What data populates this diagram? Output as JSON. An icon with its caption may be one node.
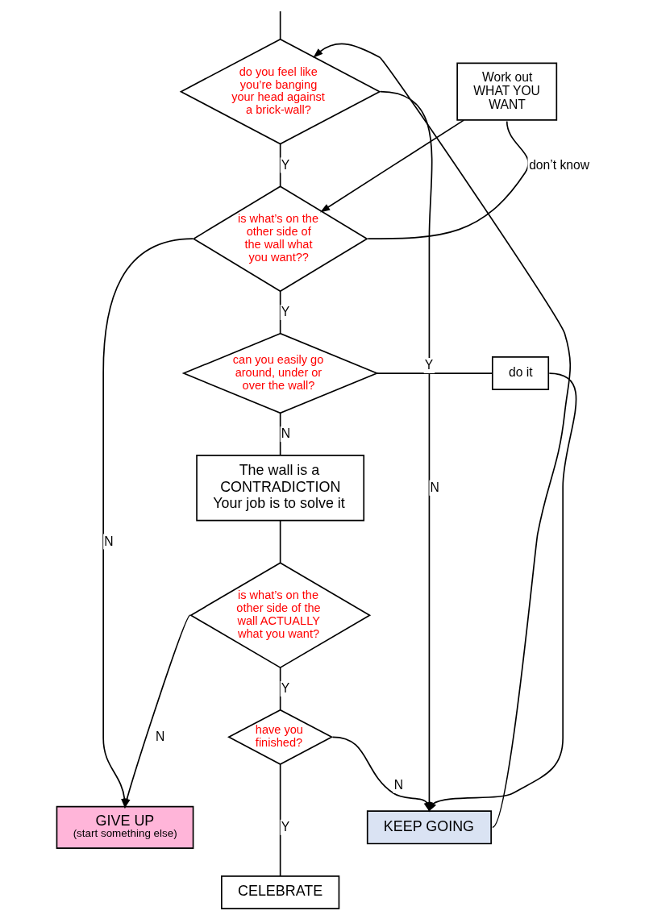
{
  "diagram": {
    "nodes": [
      {
        "text": [
          "do you feel like you’re banging your head against a brick-wall?"
        ]
      },
      {
        "text": [
          "Work out WHAT YOU WANT"
        ]
      },
      {
        "text": [
          "is what’s on the other side of the wall what you want??"
        ]
      },
      {
        "text": [
          "can you easily go around, under or over the wall?"
        ]
      },
      {
        "text": [
          "do it"
        ]
      },
      {
        "text": [
          "The wall is a CONTRADICTION",
          "Your job is to solve it"
        ]
      },
      {
        "text": [
          "is what’s on the other side of the wall ACTUALLY what you want?"
        ]
      },
      {
        "text": [
          "have you finished?"
        ]
      },
      {
        "text": [
          "GIVE UP",
          "(start something else)"
        ]
      },
      {
        "text": [
          "KEEP GOING"
        ]
      },
      {
        "text": [
          "CELEBRATE"
        ]
      }
    ],
    "edges": [
      {
        "from": null,
        "to": 0,
        "arrow": "none"
      },
      {
        "from": 0,
        "to": 9,
        "label": "N",
        "arrow": "to"
      },
      {
        "from": 0,
        "to": 2,
        "label": "Y",
        "arrow": "none"
      },
      {
        "from": 2,
        "to": 8,
        "label": "N",
        "arrow": "to"
      },
      {
        "from": 2,
        "to": 1,
        "label": "don’t know",
        "arrow": "none"
      },
      {
        "from": 1,
        "to": 2,
        "arrow": "to"
      },
      {
        "from": 2,
        "to": 3,
        "label": "Y",
        "arrow": "none"
      },
      {
        "from": 3,
        "to": 4,
        "label": "Y",
        "arrow": "none"
      },
      {
        "from": 4,
        "to": 9,
        "arrow": "to"
      },
      {
        "from": 3,
        "to": 5,
        "label": "N",
        "arrow": "none"
      },
      {
        "from": 5,
        "to": 6,
        "arrow": "none"
      },
      {
        "from": 6,
        "to": 8,
        "label": "N",
        "arrow": "to"
      },
      {
        "from": 6,
        "to": 7,
        "label": "Y",
        "arrow": "none"
      },
      {
        "from": 7,
        "to": 9,
        "label": "N",
        "arrow": "to"
      },
      {
        "from": 7,
        "to": 10,
        "label": "Y",
        "arrow": "none"
      },
      {
        "from": 9,
        "to": 0,
        "arrow": "to"
      }
    ]
  }
}
